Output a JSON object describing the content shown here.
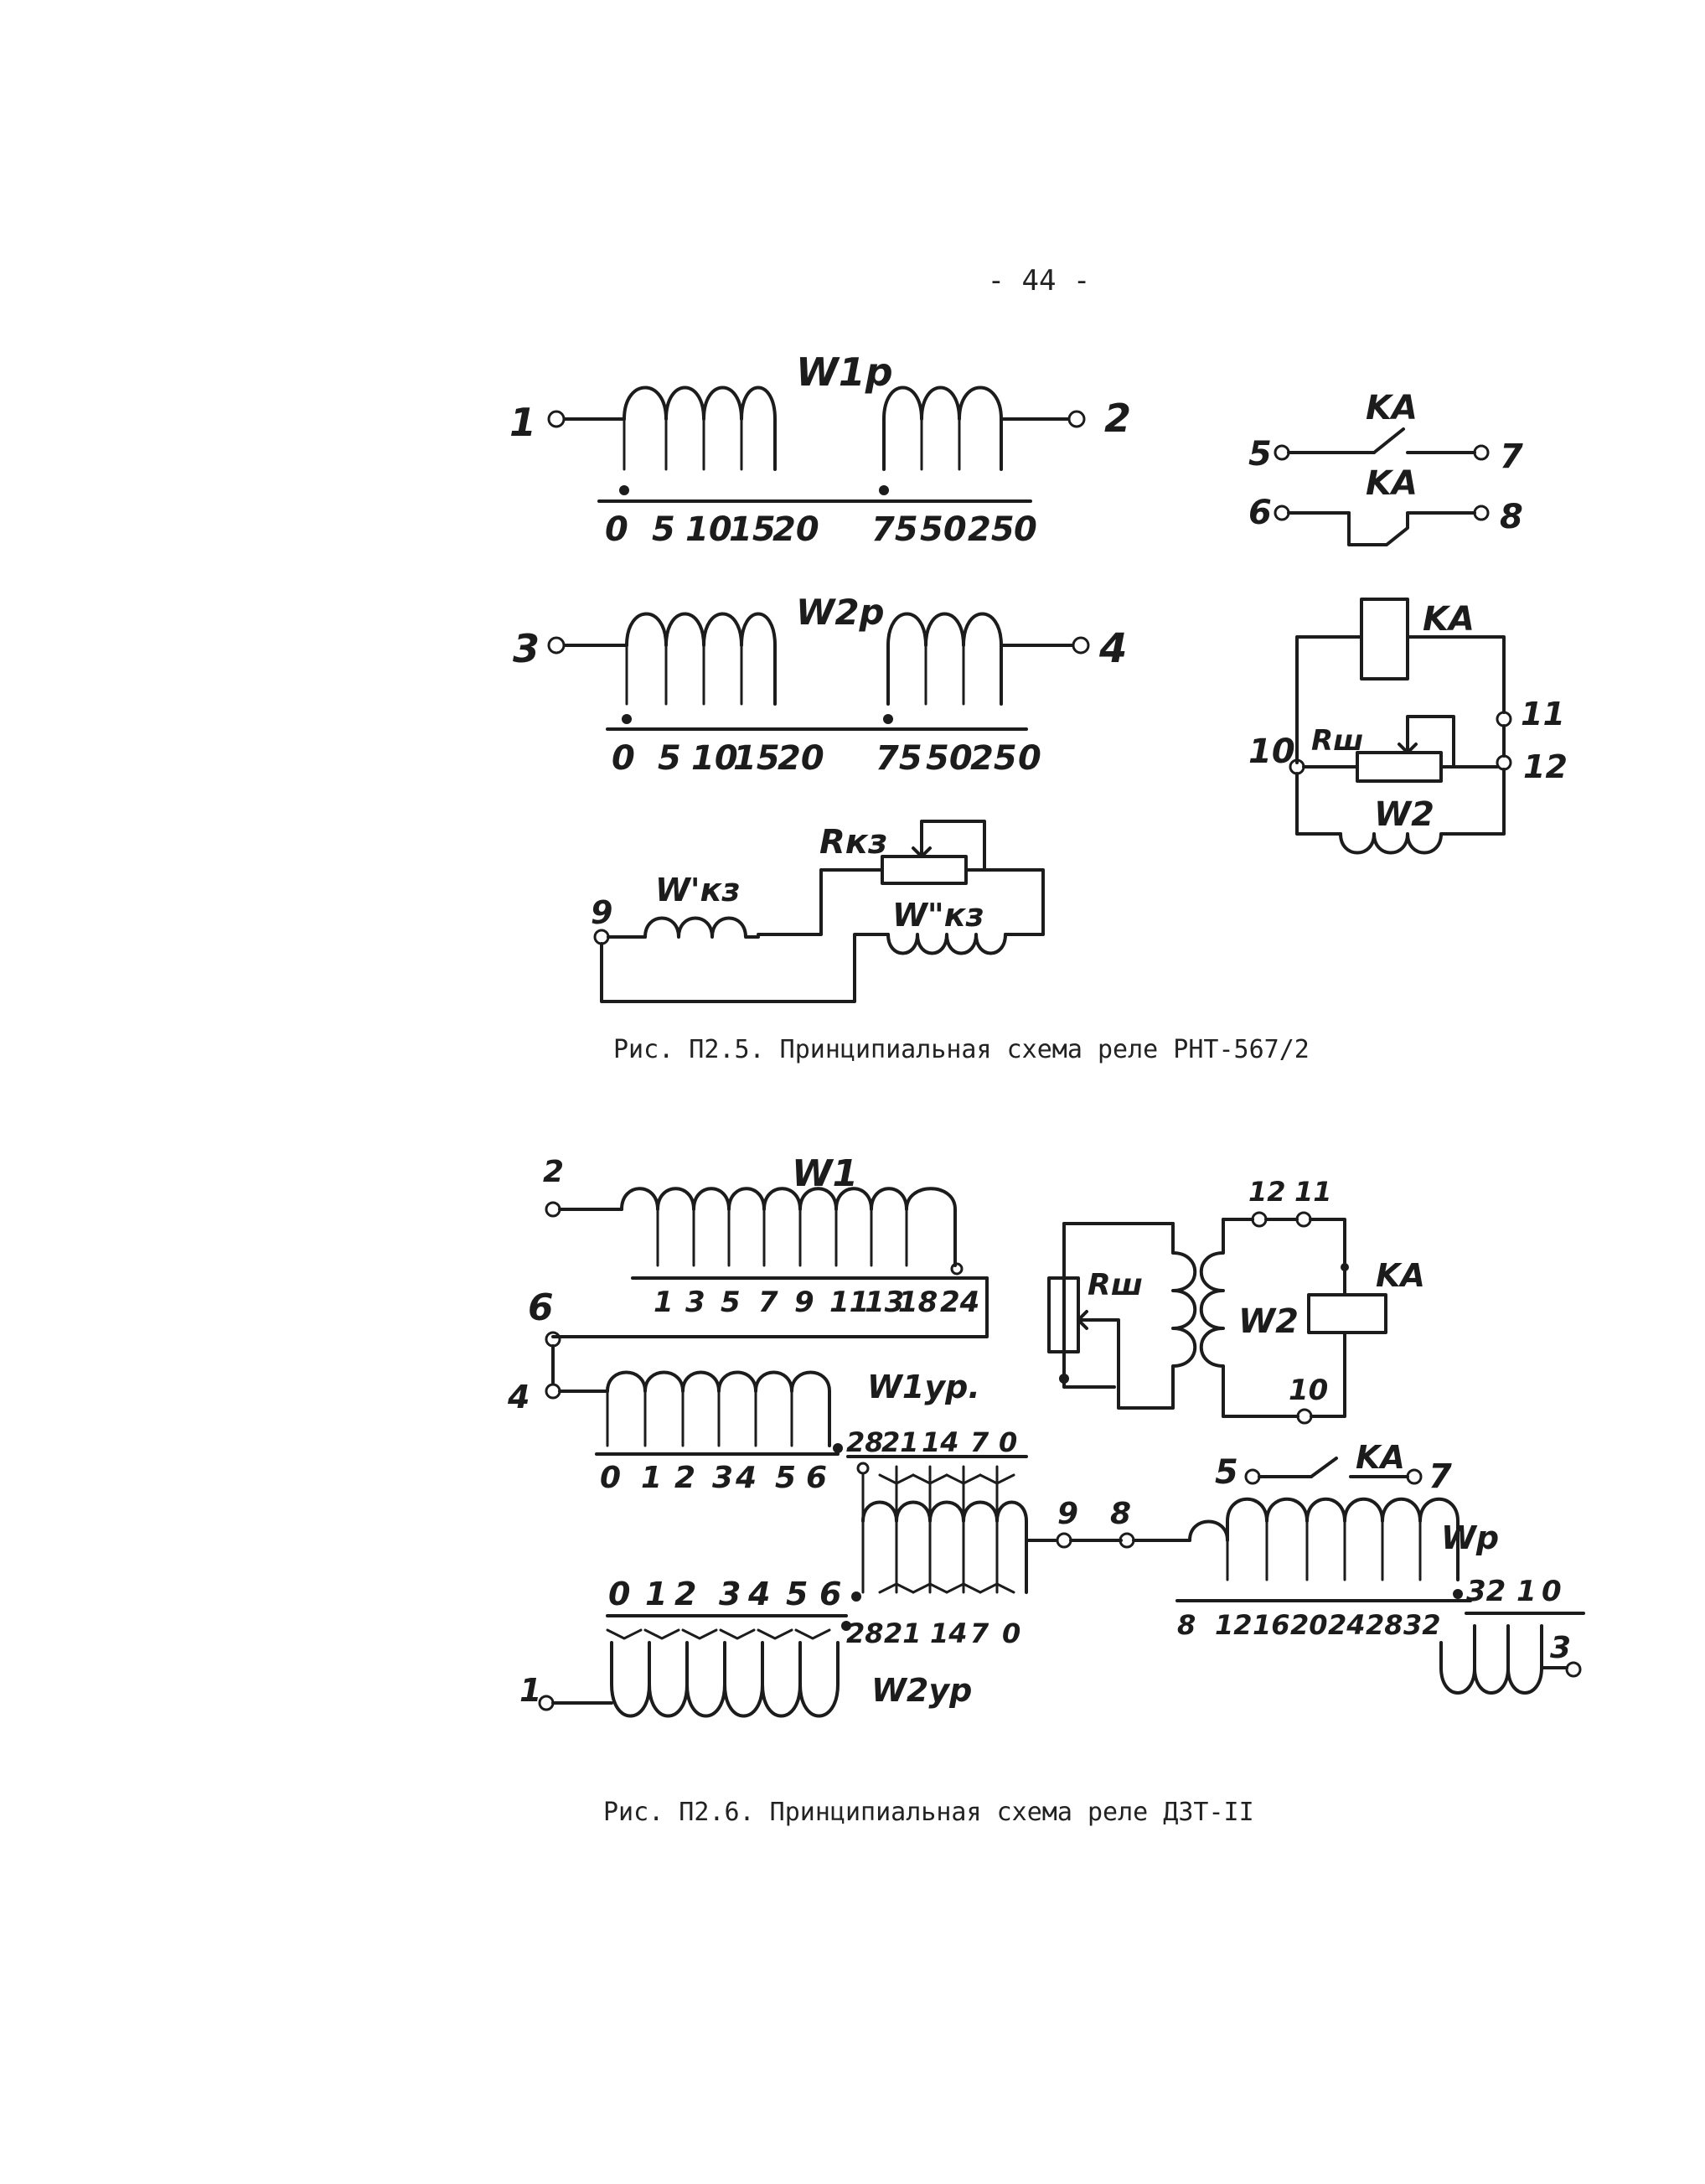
{
  "page_number": "- 44 -",
  "figure_5": {
    "caption": "Рис. П2.5. Принципиальная схема реле РНТ-567/2",
    "w1p": {
      "label": "W1p",
      "terminal_left": "1",
      "terminal_right": "2",
      "taps_left": [
        "0",
        "5",
        "10",
        "15",
        "20"
      ],
      "taps_right": [
        "75",
        "50",
        "25",
        "0"
      ]
    },
    "w2p": {
      "label": "W2p",
      "terminal_left": "3",
      "terminal_right": "4",
      "taps_left": [
        "0",
        "5",
        "10",
        "15",
        "20"
      ],
      "taps_right": [
        "75",
        "50",
        "25",
        "0"
      ]
    },
    "contacts": {
      "label_top": "KA",
      "label_bottom": "KA",
      "t5": "5",
      "t7": "7",
      "t6": "6",
      "t8": "8"
    },
    "relay": {
      "ka": "KA",
      "rsh": "Rш",
      "w2": "W2",
      "t10": "10",
      "t11": "11",
      "t12": "12"
    },
    "kz": {
      "rkz": "Rкз",
      "wkz1": "W'кз",
      "wkz2": "W\"кз",
      "t9": "9"
    }
  },
  "figure_6": {
    "caption": "Рис. П2.6. Принципиальная схема реле ДЗТ-II",
    "w1": {
      "label": "W1",
      "terminal": "2",
      "taps": [
        "1",
        "3",
        "5",
        "7",
        "9",
        "11",
        "13",
        "18",
        "24"
      ]
    },
    "t6": "6",
    "t4": "4",
    "w1yr": {
      "label": "W1ур.",
      "taps": [
        "0",
        "1",
        "2",
        "3",
        "4",
        "5",
        "6"
      ],
      "taps_b": [
        "28",
        "21",
        "14",
        "7",
        "0"
      ]
    },
    "w2yr": {
      "label": "W2ур",
      "terminal": "1",
      "taps": [
        "0",
        "1",
        "2",
        "3",
        "4",
        "5",
        "6"
      ],
      "taps_b": [
        "28",
        "21",
        "14",
        "7",
        "0"
      ]
    },
    "wp": {
      "label": "Wp",
      "t9": "9",
      "t8": "8",
      "t3": "3",
      "taps": [
        "8",
        "12",
        "16",
        "20",
        "24",
        "28",
        "32"
      ],
      "taps_b": [
        "32",
        "1",
        "0"
      ]
    },
    "relay": {
      "rsh": "Rш",
      "w2": "W2",
      "ka": "KA",
      "t12": "12",
      "t11": "11",
      "t10": "10"
    },
    "contact": {
      "ka": "KA",
      "t5": "5",
      "t7": "7"
    }
  }
}
